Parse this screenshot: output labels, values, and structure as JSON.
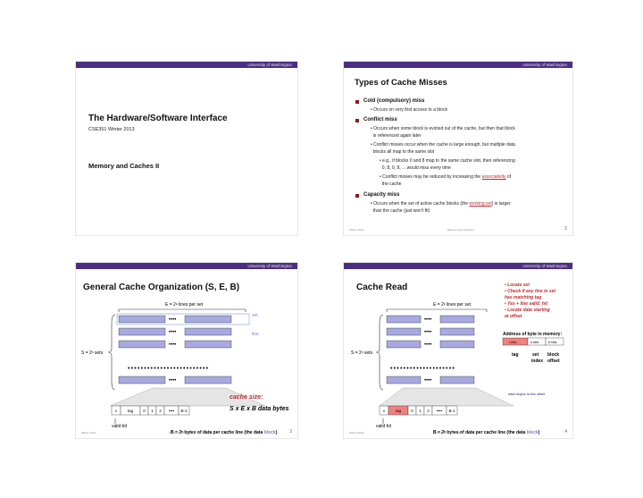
{
  "header": {
    "university": "University of Washington"
  },
  "slide1": {
    "title": "The Hardware/Software Interface",
    "course": "CSE351 Winter 2013",
    "topic": "Memory and Caches II"
  },
  "slide2": {
    "title": "Types of Cache Misses",
    "cold": "Cold (compulsory) miss",
    "cold_1": "Occurs on very first access to a block",
    "conflict": "Conflict miss",
    "conflict_1a": "Occurs when some block is evicted out of the cache, but then that block",
    "conflict_1b": "is referenced again later",
    "conflict_2a": "Conflict misses occur when the cache is large enough, but multiple data",
    "conflict_2b": "blocks all map to the same slot",
    "conflict_3a": "e.g., if blocks 0 and 8 map to the same cache slot, then referencing",
    "conflict_3b": "0, 8, 0, 8, ... would miss every time",
    "conflict_4a": "Conflict misses may be reduced by increasing the ",
    "conflict_4_link": "associativity",
    "conflict_4_end": " of",
    "conflict_4b": "the cache",
    "capacity": "Capacity miss",
    "capacity_1a": "Occurs when the set of active cache blocks (the ",
    "capacity_1_link": "working set",
    "capacity_1_end": ") is larger",
    "capacity_1b": "than the cache (just won't fit)",
    "footer_left": "Winter 2013",
    "footer_mid": "Memory and Caches II",
    "page": "2"
  },
  "slide3": {
    "title": "General Cache Organization (S, E, B)",
    "lines_per_set": "E = 2ᵉ lines per set",
    "set_label": "set",
    "line_label": "line",
    "sets_label": "S = 2ˢ sets",
    "size_title": "cache size:",
    "size_formula": "S x E x B  data bytes",
    "valid_bit": "valid bit",
    "bytes_caption": "B = 2ᵇ bytes of data per cache line (the data ",
    "bytes_caption_block": "block",
    "bytes_caption_end": ")",
    "cells": [
      "v",
      "tag",
      "0",
      "1",
      "2",
      "••••",
      "B-1"
    ],
    "footer_left": "Winter 2013",
    "footer_mid": "Memory and Caches II",
    "page": "3"
  },
  "slide4": {
    "title": "Cache Read",
    "steps": [
      "• Locate set",
      "• Check if any line in set",
      "   has matching tag",
      "• Yes + line valid: hit",
      "• Locate data starting",
      "   at offset"
    ],
    "lines_per_set": "E = 2ᵉ lines per set",
    "sets_label": "S = 2ˢ sets",
    "address_title": "Address of byte in memory:",
    "address_fields": [
      "t bits",
      "s bits",
      "b bits"
    ],
    "field_labels": [
      "tag",
      "set",
      "block"
    ],
    "field_labels2": [
      "index",
      "offset"
    ],
    "data_begins": "data begins at this offset",
    "valid_bit": "valid bit",
    "bytes_caption": "B = 2ᵇ bytes of data per cache line (the data ",
    "bytes_caption_block": "block",
    "bytes_caption_end": ")",
    "cells": [
      "v",
      "tag",
      "0",
      "1",
      "2",
      "••••",
      "B-1"
    ],
    "footer_left": "Winter 2013",
    "footer_mid": "Memory and Caches II",
    "page": "4"
  },
  "colors": {
    "band": "#4b2e83",
    "accent_red": "#c0282a",
    "block_fill": "#a7a9e0",
    "tag_pink": "#f08080"
  }
}
